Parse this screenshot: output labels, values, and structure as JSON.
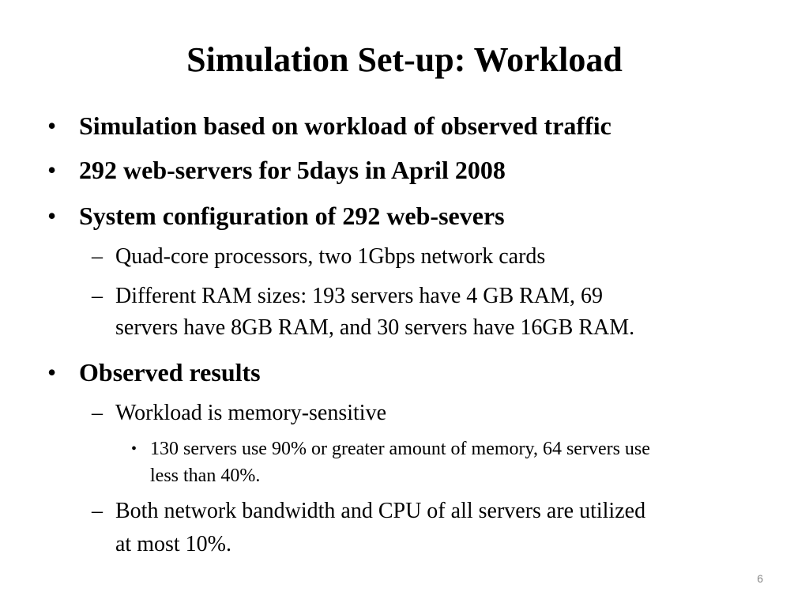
{
  "slide": {
    "title": "Simulation Set-up: Workload",
    "bullets": {
      "b1": "Simulation based on workload of observed traffic",
      "b2": "292 web-servers for 5days in April 2008",
      "b3": "System configuration of 292 web-severs",
      "b3_sub1": "Quad-core processors, two 1Gbps network cards",
      "b3_sub2_line1": "Different RAM sizes: 193 servers have 4 GB RAM, 69",
      "b3_sub2_line2": "servers have 8GB RAM, and 30 servers have 16GB RAM.",
      "b4": "Observed results",
      "b4_sub1": "Workload is memory-sensitive",
      "b4_sub1_sub1_line1": "130 servers use 90% or greater amount of memory, 64 servers use",
      "b4_sub1_sub1_line2": "less than 40%.",
      "b4_sub2_line1": "Both network bandwidth and CPU of all servers are utilized",
      "b4_sub2_line2": "at most 10%."
    },
    "markers": {
      "bullet": "•",
      "dash": "–",
      "small_bullet": "•"
    },
    "page_number": "6"
  }
}
